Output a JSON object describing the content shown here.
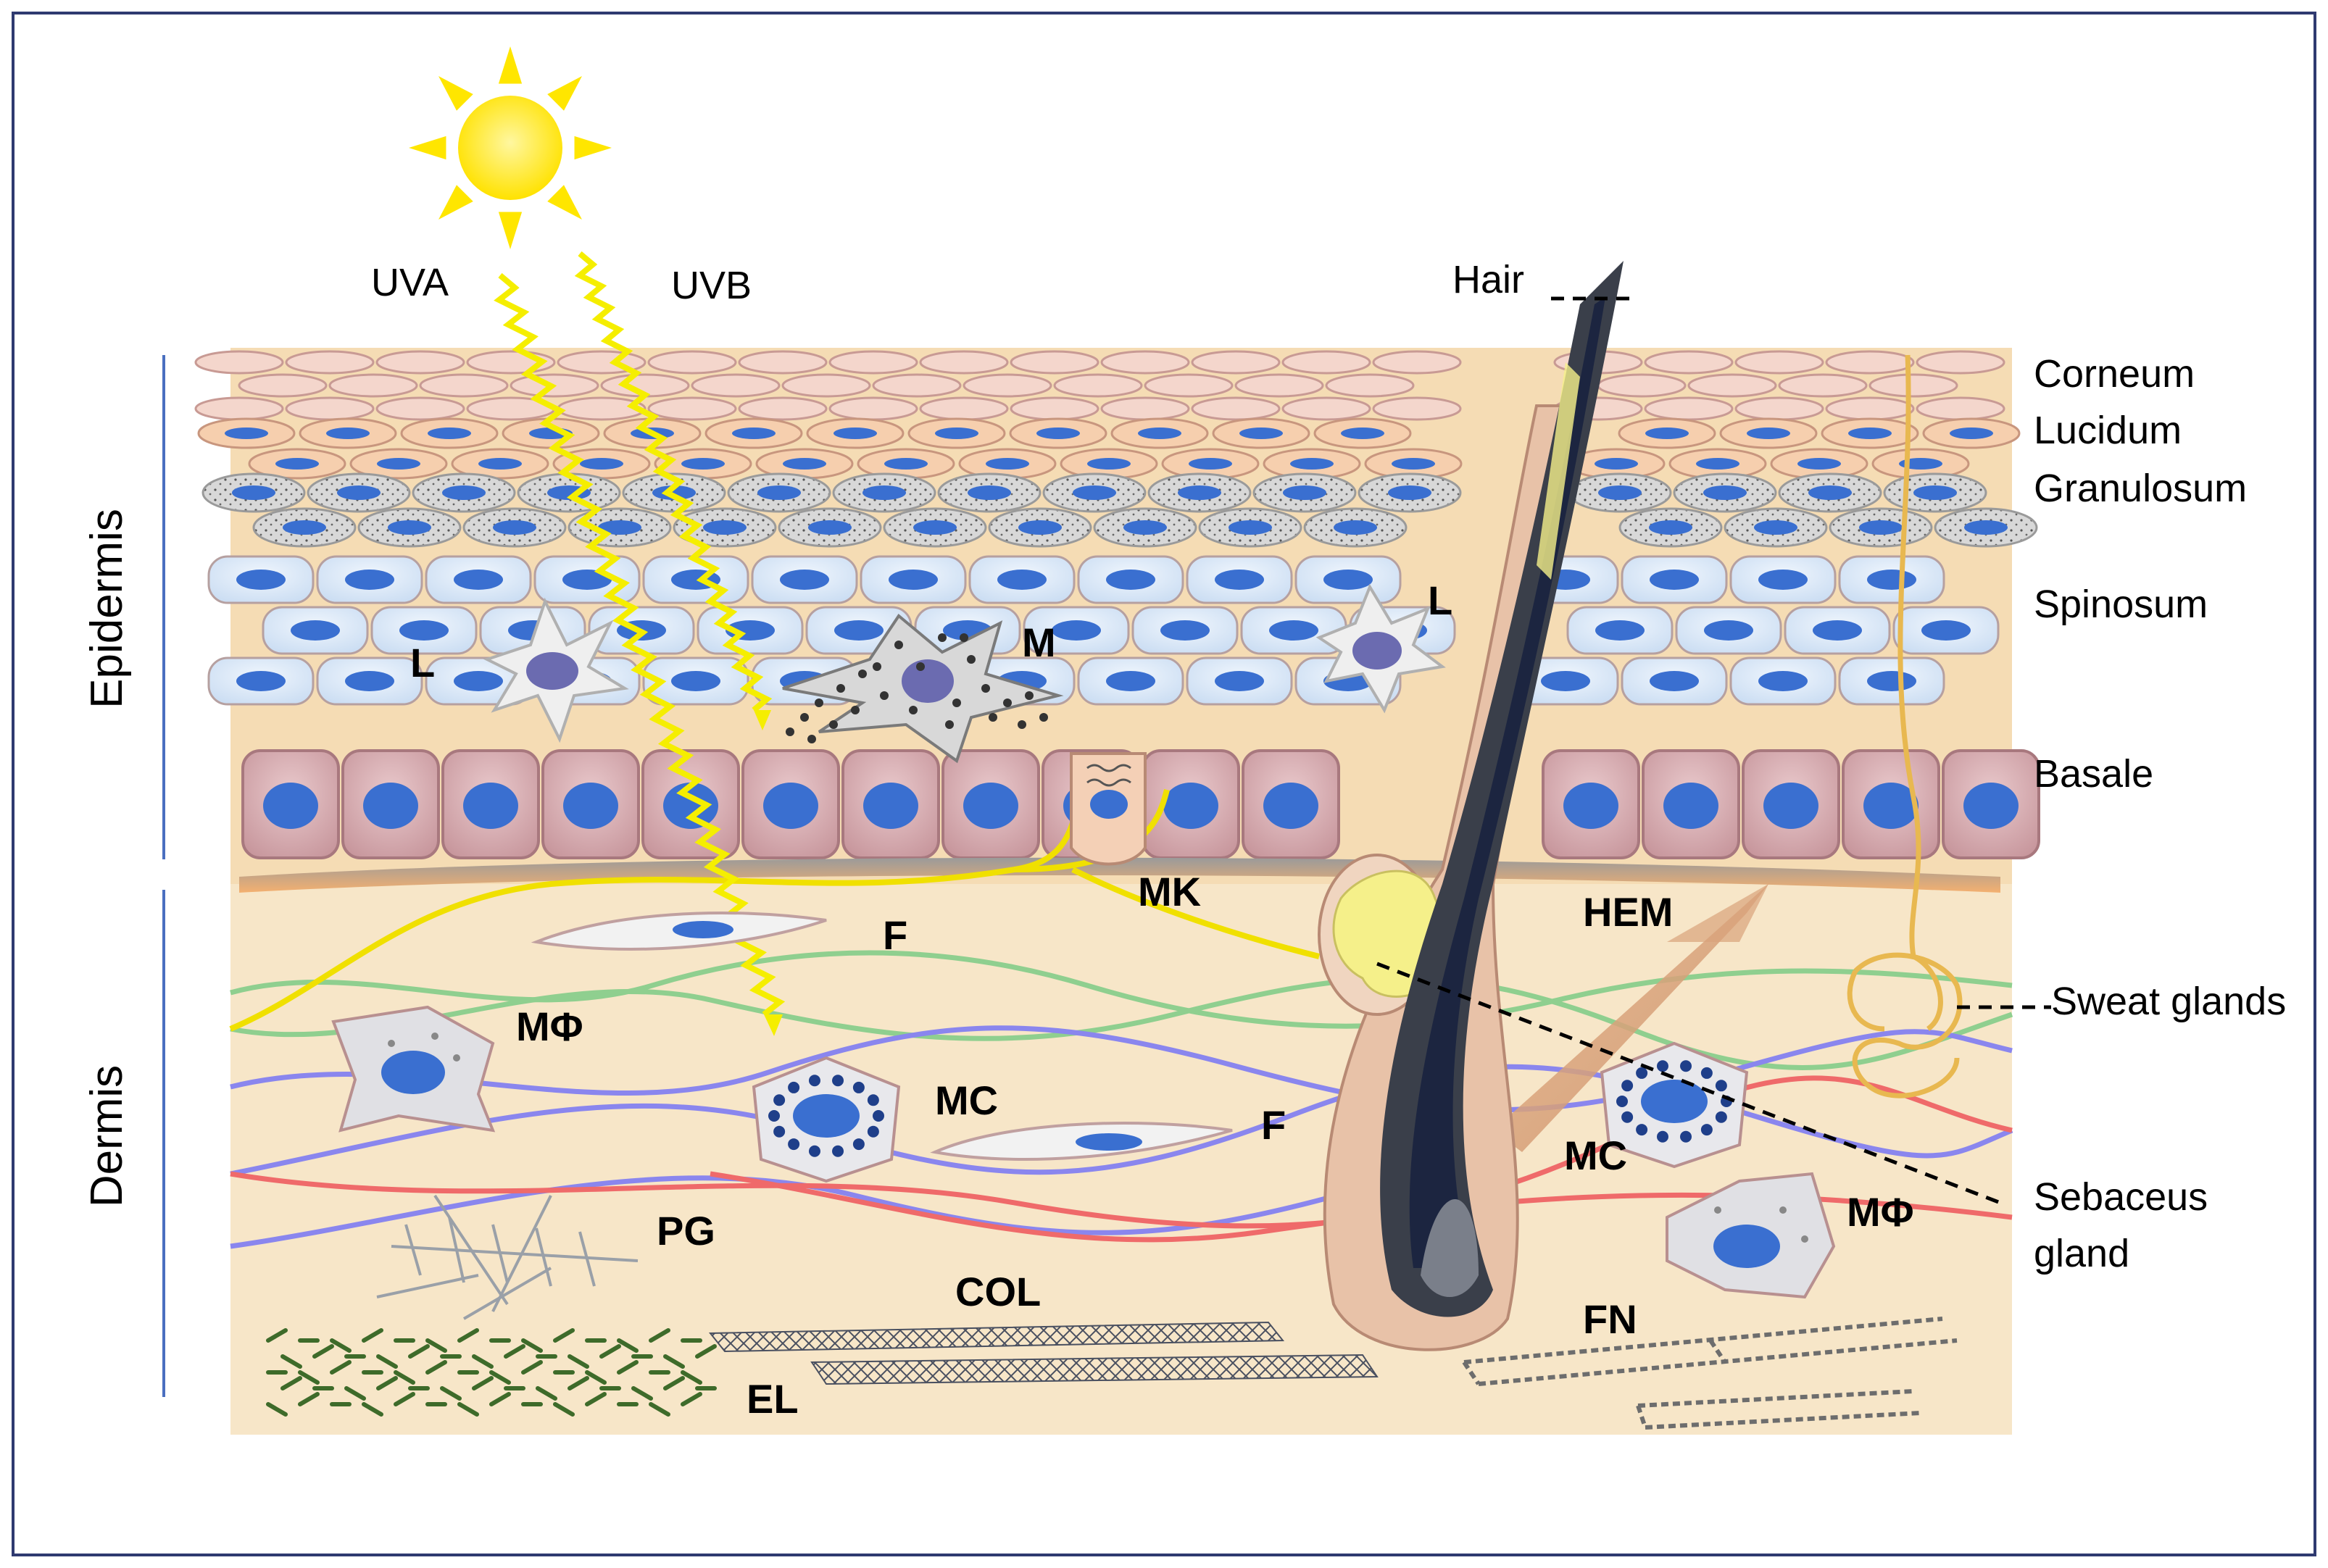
{
  "sun": {
    "radiation": [
      "UVA",
      "UVB"
    ]
  },
  "regions": {
    "epidermis": "Epidermis",
    "dermis": "Dermis"
  },
  "layers": [
    "Corneum",
    "Lucidum",
    "Granulosum",
    "Spinosum",
    "Basale"
  ],
  "structures": {
    "hair": "Hair",
    "sweat_glands": "Sweat glands",
    "sebaceus_gland_line1": "Sebaceus",
    "sebaceus_gland_line2": "gland"
  },
  "cells": {
    "langerhans_left": "L",
    "langerhans_right": "L",
    "melanocyte": "M",
    "merkel": "MK",
    "fibroblast_top": "F",
    "fibroblast_mid": "F",
    "macrophage_left": "MΦ",
    "macrophage_right": "MΦ",
    "mast_cell_left": "MC",
    "mast_cell_right": "MC",
    "hair_erector_muscle": "HEM",
    "proteoglycans": "PG",
    "collagen": "COL",
    "elastin": "EL",
    "fibronectin": "FN"
  },
  "colors": {
    "epidermis_bg": "#f5dcb4",
    "dermis_bg": "#f7e6c8",
    "nucleus": "#3a6fd0",
    "basal_cell": "#d9b3b7",
    "spinous_cell": "#dce9f8",
    "sun": "#ffe600",
    "uv_ray": "#f5ee00",
    "nerve": "#f0e000",
    "fiber_green": "#8fcf8f",
    "fiber_purple": "#8a86ee",
    "fiber_red": "#ef6a6a",
    "hair": "#1c2540",
    "frame": "#2f3a70",
    "region_bar": "#4a6fc0"
  }
}
